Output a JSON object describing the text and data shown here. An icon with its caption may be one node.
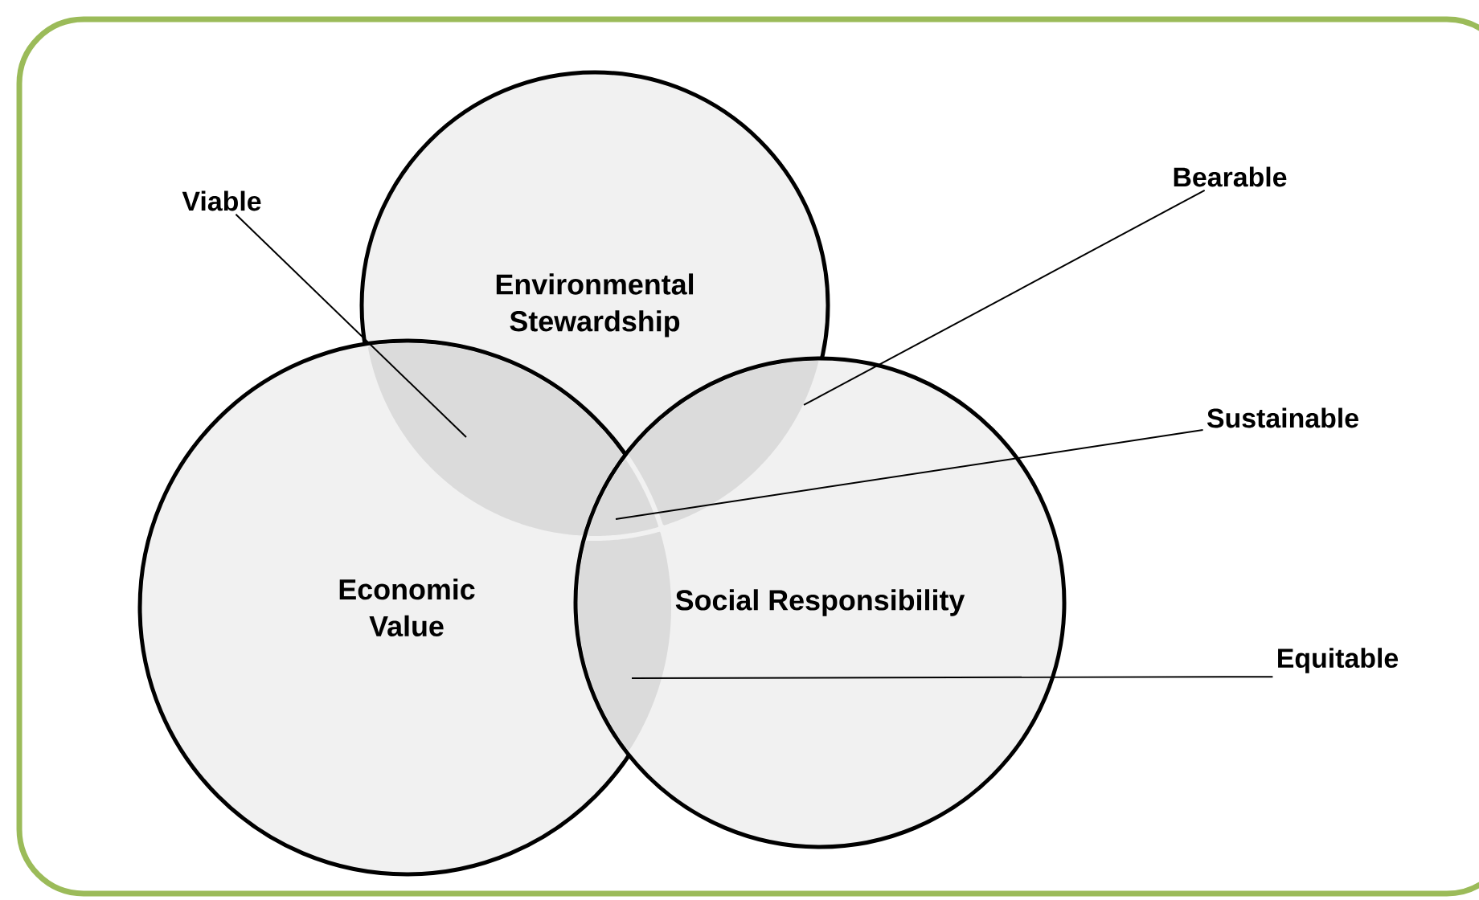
{
  "diagram": {
    "nodes": [
      {
        "text": [
          "Environmental Stewardship"
        ]
      },
      {
        "text": [
          "Economic Value"
        ]
      },
      {
        "text": [
          "Social Responsibility"
        ]
      },
      {
        "text": [
          "Viable"
        ]
      },
      {
        "text": [
          "Bearable"
        ]
      },
      {
        "text": [
          "Sustainable"
        ]
      },
      {
        "text": [
          "Equitable"
        ]
      },
      {
        "text": [],
        "shape": "region"
      },
      {
        "text": [],
        "shape": "region"
      },
      {
        "text": [],
        "shape": "region"
      },
      {
        "text": [],
        "shape": "region"
      }
    ],
    "edges": [
      {
        "from": 3,
        "to": 7,
        "arrow": "none"
      },
      {
        "from": 4,
        "to": 8,
        "arrow": "none"
      },
      {
        "from": 5,
        "to": 9,
        "arrow": "none"
      },
      {
        "from": 6,
        "to": 10,
        "arrow": "none"
      }
    ]
  }
}
